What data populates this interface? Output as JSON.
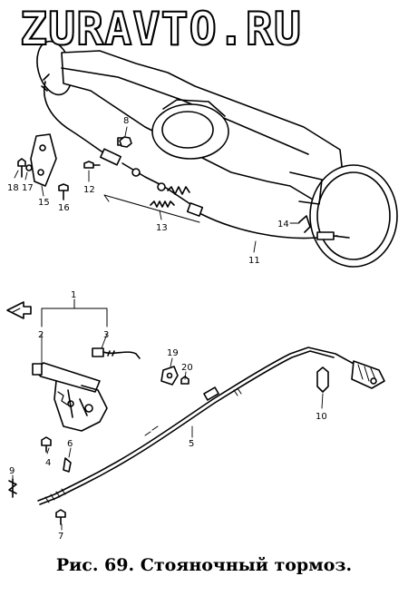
{
  "watermark": "ZURAVTO.RU",
  "caption": "Рис. 69. Стояночный тормоз.",
  "callouts": {
    "c1": "1",
    "c2": "2",
    "c3": "3",
    "c4": "4",
    "c5": "5",
    "c6": "6",
    "c7": "7",
    "c8": "8",
    "c9": "9",
    "c10": "10",
    "c11": "11",
    "c12": "12",
    "c13": "13",
    "c14": "14",
    "c15": "15",
    "c16": "16",
    "c17": "17",
    "c18": "18",
    "c19": "19",
    "c20": "20"
  }
}
